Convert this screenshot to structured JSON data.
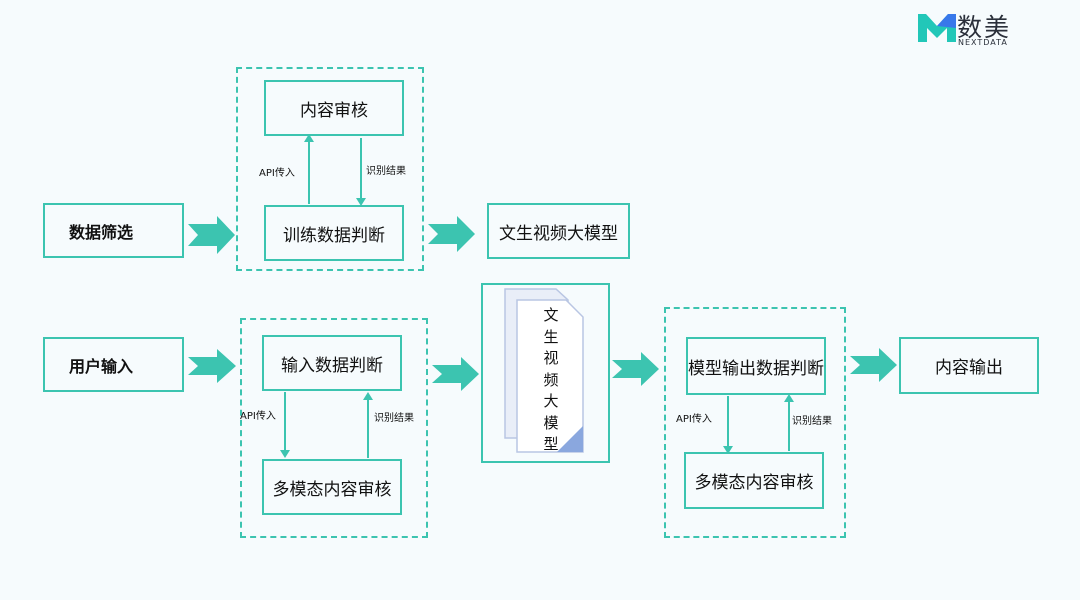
{
  "logo": {
    "name_cn": "数美",
    "name_en": "NEXTDATA",
    "colors": [
      "#22c7b8",
      "#3b6ff0"
    ]
  },
  "colors": {
    "accent": "#3cc4b0",
    "arrow": "#3cc4b0",
    "doc_fold": "#8aa7de"
  },
  "top_flow": {
    "input": "数据筛选",
    "review": "内容审核",
    "judge": "训练数据判断",
    "api_label": "API传入",
    "result_label": "识别结果",
    "output": "文生视频大模型"
  },
  "bottom_flow": {
    "input": "用户输入",
    "input_judge": "输入数据判断",
    "input_api_label": "API传入",
    "input_result_label": "识别结果",
    "input_review": "多模态内容审核",
    "model_chars": [
      "文",
      "生",
      "视",
      "频",
      "大",
      "模",
      "型"
    ],
    "output_judge": "模型输出数据判断",
    "output_api_label": "API传入",
    "output_result_label": "识别结果",
    "output_review": "多模态内容审核",
    "final_output": "内容输出"
  }
}
